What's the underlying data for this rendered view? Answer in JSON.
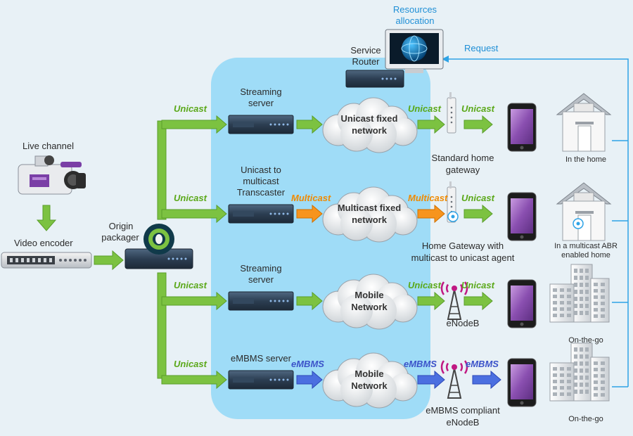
{
  "sources": {
    "live_channel": "Live channel",
    "video_encoder": "Video encoder",
    "origin_packager_1": "Origin",
    "origin_packager_2": "packager"
  },
  "top": {
    "resources_1": "Resources",
    "resources_2": "allocation",
    "service_router_1": "Service",
    "service_router_2": "Router",
    "request": "Request"
  },
  "rows": [
    {
      "in_proto": "Unicast",
      "server_lines": [
        "Streaming",
        "server"
      ],
      "net_proto": "",
      "cloud_lines": [
        "Unicast fixed",
        "network"
      ],
      "out_proto": "Unicast",
      "out_proto2": "Unicast",
      "gateway_lines": [
        "Standard home",
        "gateway"
      ],
      "dest_lines": [
        "In the home"
      ]
    },
    {
      "in_proto": "Unicast",
      "server_lines": [
        "Unicast to",
        "multicast",
        "Transcaster"
      ],
      "net_proto": "Multicast",
      "cloud_lines": [
        "Multicast fixed",
        "network"
      ],
      "out_proto": "Multicast",
      "out_proto2": "Unicast",
      "gateway_lines": [
        "Home Gateway with",
        "multicast to unicast agent"
      ],
      "dest_lines": [
        "In a multicast ABR",
        "enabled home"
      ]
    },
    {
      "in_proto": "Unicast",
      "server_lines": [
        "Streaming",
        "server"
      ],
      "net_proto": "",
      "cloud_lines": [
        "Mobile",
        "Network"
      ],
      "out_proto": "Unicast",
      "out_proto2": "Unicast",
      "gateway_lines": [
        "eNodeB"
      ],
      "dest_lines": [
        "On-the-go"
      ]
    },
    {
      "in_proto": "Unicast",
      "server_lines": [
        "eMBMS server"
      ],
      "net_proto": "eMBMS",
      "cloud_lines": [
        "Mobile",
        "Network"
      ],
      "out_proto": "eMBMS",
      "out_proto2": "eMBMS",
      "gateway_lines": [
        "eMBMS compliant",
        "eNodeB"
      ],
      "dest_lines": [
        "On-the-go"
      ]
    }
  ],
  "colors": {
    "green_arrow": "#7cc241",
    "orange_arrow": "#f7941d",
    "blue_arrow": "#4b6fe0",
    "panel": "#9fdcf7",
    "request_line": "#2ea3e6"
  },
  "icons": {
    "camera": "video-camera-icon",
    "encoder": "rack-server-icon",
    "packager": "origin-packager-icon",
    "monitor": "globe-monitor-icon",
    "server": "rack-server-icon",
    "cloud": "cloud-icon",
    "gateway": "router-icon",
    "tower": "cell-tower-icon",
    "phone": "smartphone-icon",
    "house": "house-icon",
    "building": "office-building-icon"
  }
}
